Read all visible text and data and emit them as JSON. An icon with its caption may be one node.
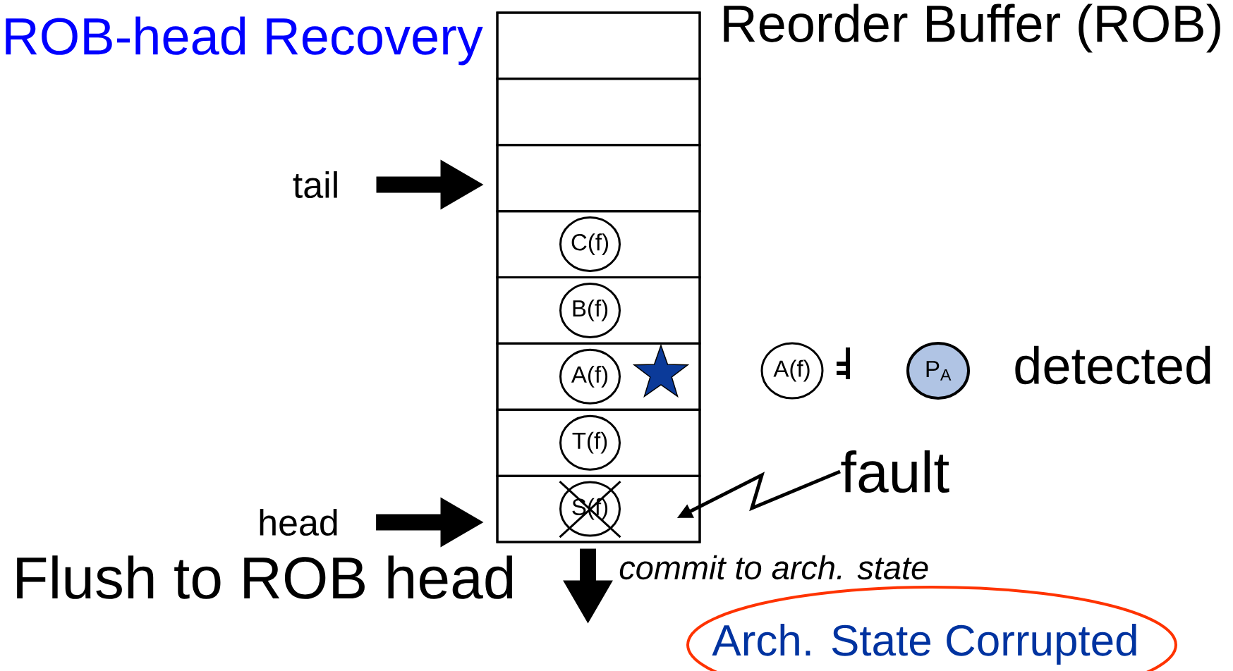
{
  "diagram": {
    "title": "ROB-head Recovery",
    "nodes": [
      {
        "text": [
          "Reorder Buffer (ROB)"
        ]
      },
      {
        "text": [],
        "shape": "box",
        "in": 0
      },
      {
        "text": [],
        "shape": "box",
        "in": 0
      },
      {
        "text": [],
        "shape": "box",
        "in": 0
      },
      {
        "text": [],
        "shape": "box",
        "in": 0
      },
      {
        "text": [],
        "shape": "box",
        "in": 0
      },
      {
        "text": [],
        "shape": "box",
        "in": 0
      },
      {
        "text": [],
        "shape": "box",
        "in": 0
      },
      {
        "text": [],
        "shape": "box",
        "in": 0
      },
      {
        "text": [
          "C(f)"
        ],
        "in": 4
      },
      {
        "text": [
          "B(f)"
        ],
        "in": 5
      },
      {
        "text": [
          "A(f)"
        ],
        "in": 6
      },
      {
        "text": [
          "T(f)"
        ],
        "in": 7
      },
      {
        "text": [
          "S(f)"
        ],
        "in": 8
      },
      {
        "text": [
          "tail"
        ]
      },
      {
        "text": [
          "head"
        ]
      },
      {
        "text": [
          "fault"
        ]
      },
      {
        "text": [
          "A(f)"
        ]
      },
      {
        "text": [
          "P$_{A}$"
        ]
      },
      {
        "text": [
          "Arch. State Corrupted"
        ]
      }
    ],
    "edges": [
      {
        "from": 14,
        "to": 3,
        "arrow": "to"
      },
      {
        "from": 15,
        "to": 8,
        "arrow": "to"
      },
      {
        "from": 16,
        "to": 8,
        "arrow": "to"
      },
      {
        "from": 8,
        "to": null,
        "arrow": "to",
        "label": "commit to arch. state"
      }
    ],
    "labels": [
      "detected",
      "Flush to ROB head"
    ]
  }
}
